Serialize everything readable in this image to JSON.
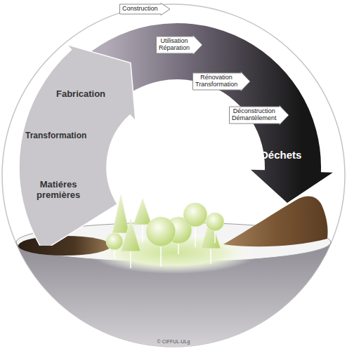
{
  "diagram": {
    "nodes": [
      {
        "text": [
          "Matiéres premières",
          "Transformation",
          "Fabrication",
          "Déchets"
        ]
      },
      {
        "text": [
          "Construction"
        ],
        "in": 0
      },
      {
        "text": [
          "Utilisation Réparation"
        ],
        "in": 0
      },
      {
        "text": [
          "Rénovation Transformation"
        ],
        "in": 0
      },
      {
        "text": [
          "Déconstruction Démantèlement"
        ],
        "in": 0
      }
    ],
    "labels": [
      "© CIFFUL-ULg"
    ]
  }
}
